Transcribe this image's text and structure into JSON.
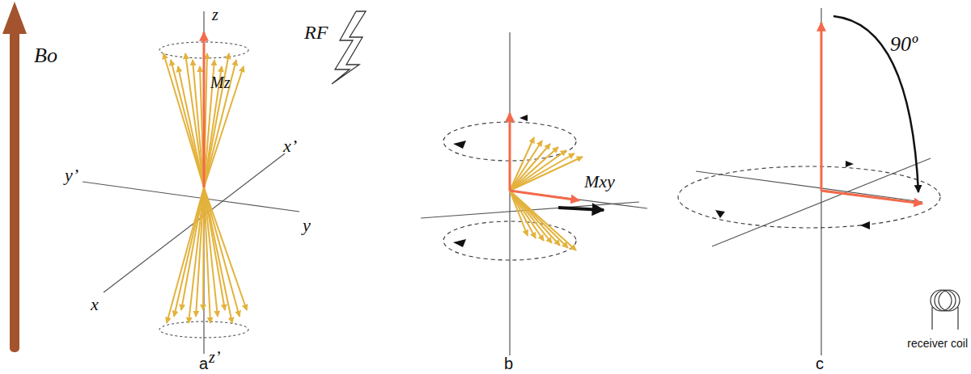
{
  "diagram": {
    "labels": [
      "Bo",
      "z",
      "Mz",
      "y’",
      "x’",
      "x",
      "y",
      "z’",
      "a",
      "RF",
      "Mxy",
      "b",
      "90º",
      "receiver coil",
      "c"
    ]
  }
}
